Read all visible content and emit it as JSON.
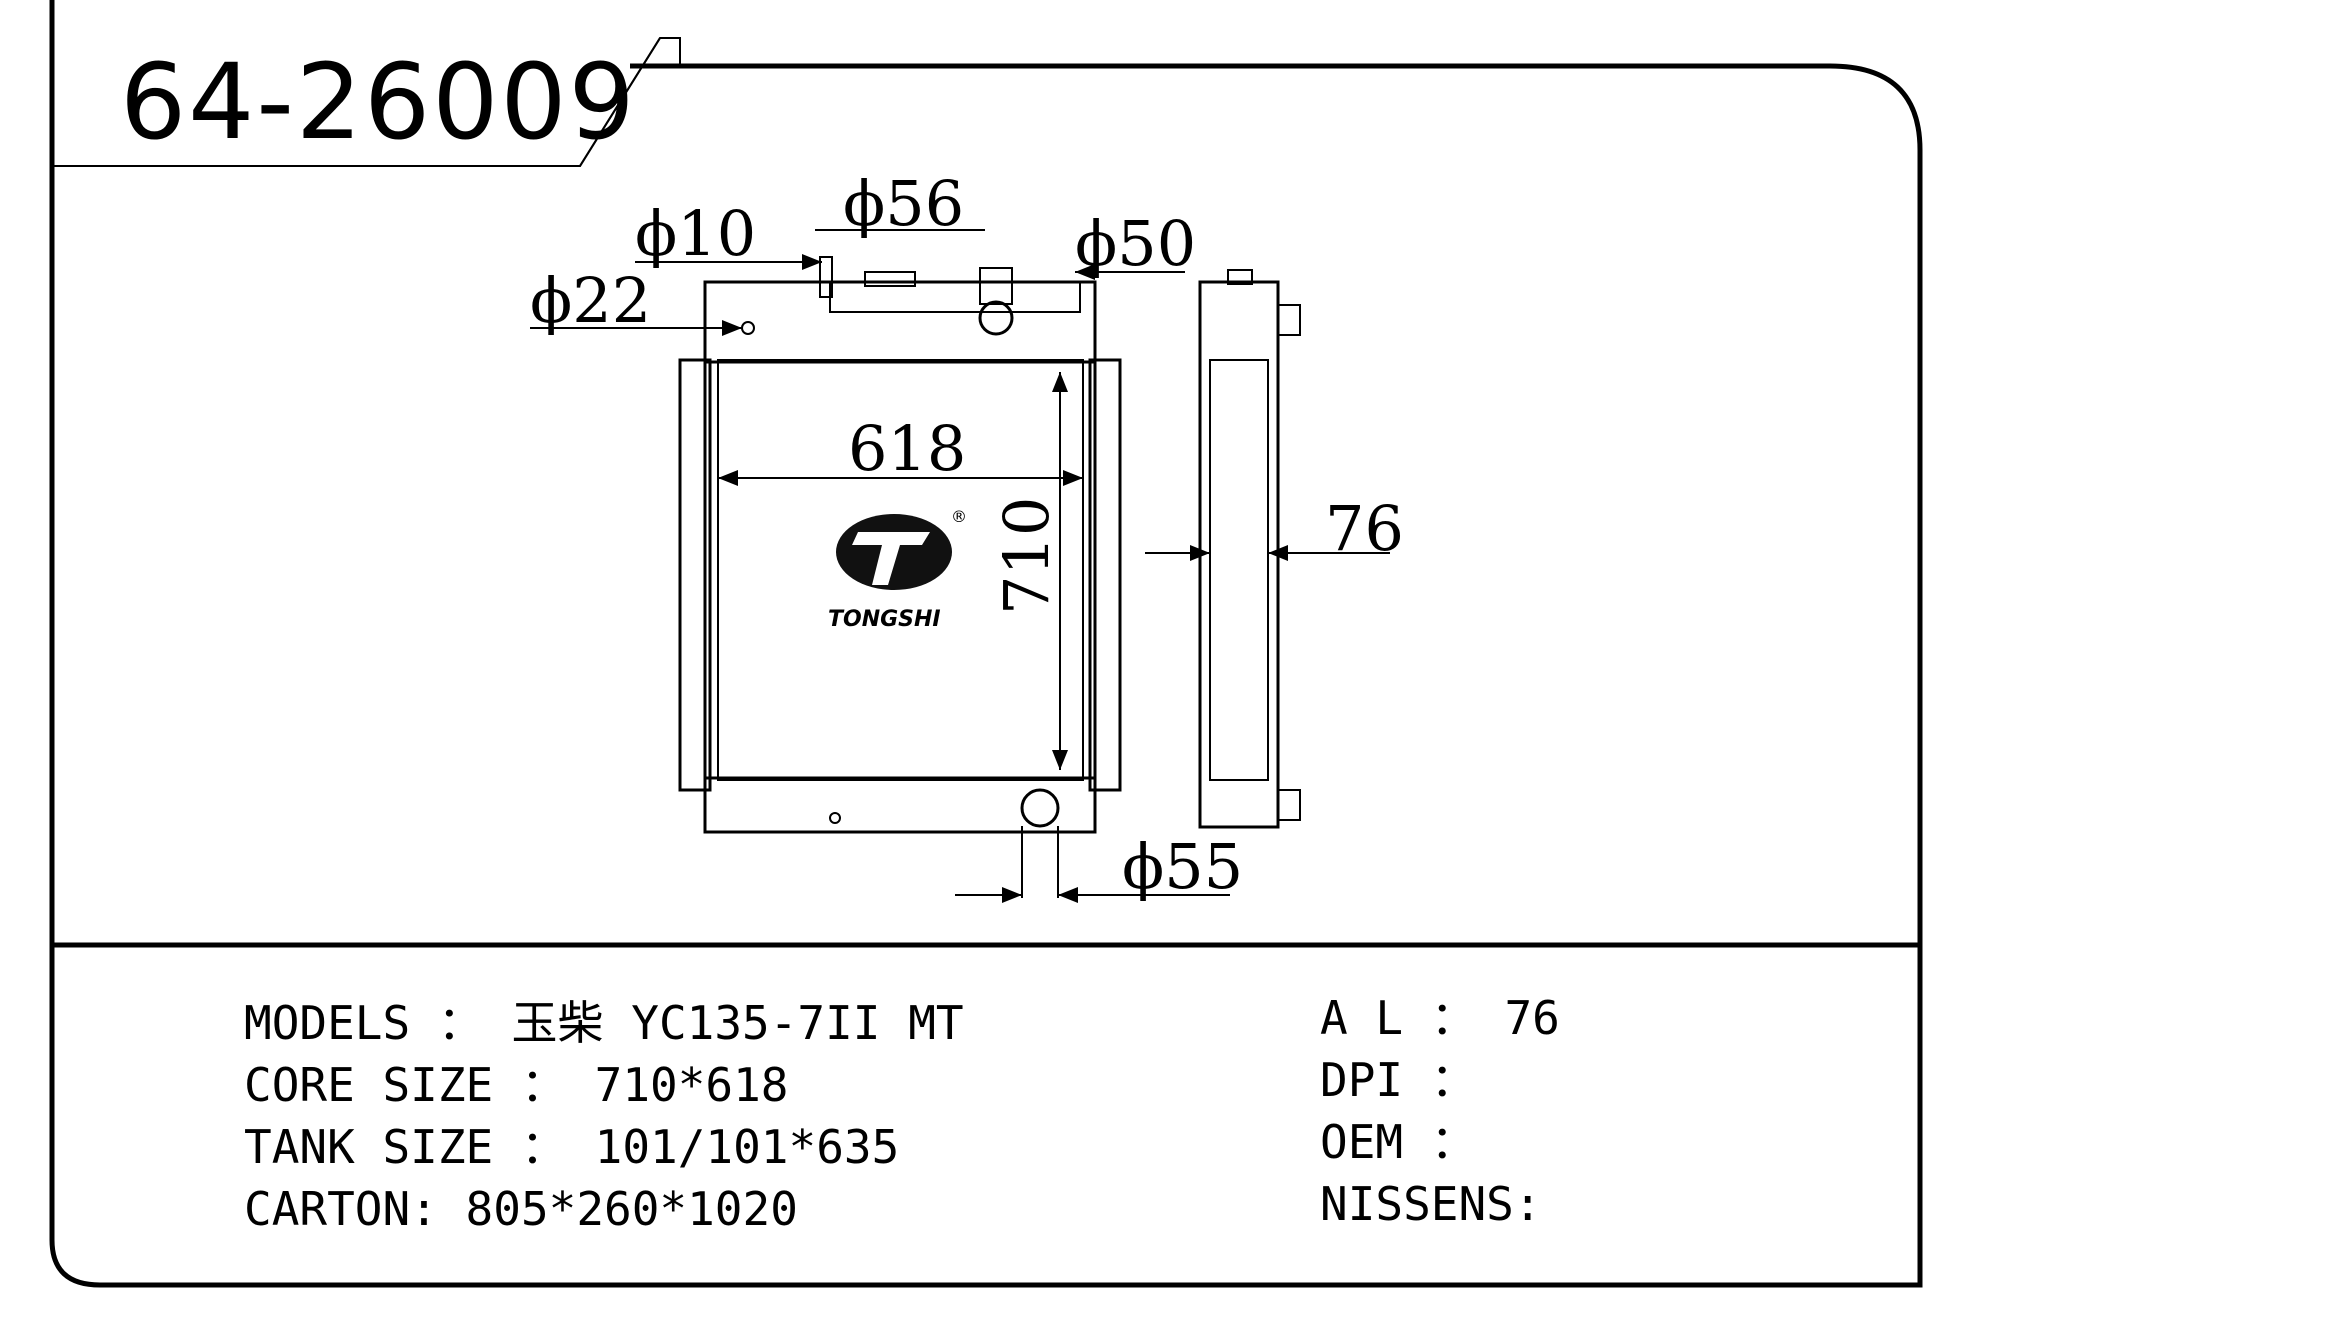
{
  "part_number": "64-26009",
  "dimensions": {
    "top_left_fitting": "ϕ10",
    "top_center_fitting": "ϕ56",
    "top_inlet": "ϕ50",
    "left_fitting": "ϕ22",
    "core_width": "618",
    "core_height": "710",
    "thickness": "76",
    "bottom_outlet": "ϕ55"
  },
  "logo": {
    "brand": "TONGSHI",
    "registered_mark": "®"
  },
  "specs": {
    "models": "MODELS ： 玉柴 YC135-7II MT",
    "core_size": "CORE SIZE ： 710*618",
    "tank_size": "TANK SIZE ： 101/101*635",
    "carton": "CARTON: 805*260*1020",
    "al": "A L ： 76",
    "dpi": "DPI ：",
    "oem": "OEM ：",
    "nissens": "NISSENS:"
  }
}
